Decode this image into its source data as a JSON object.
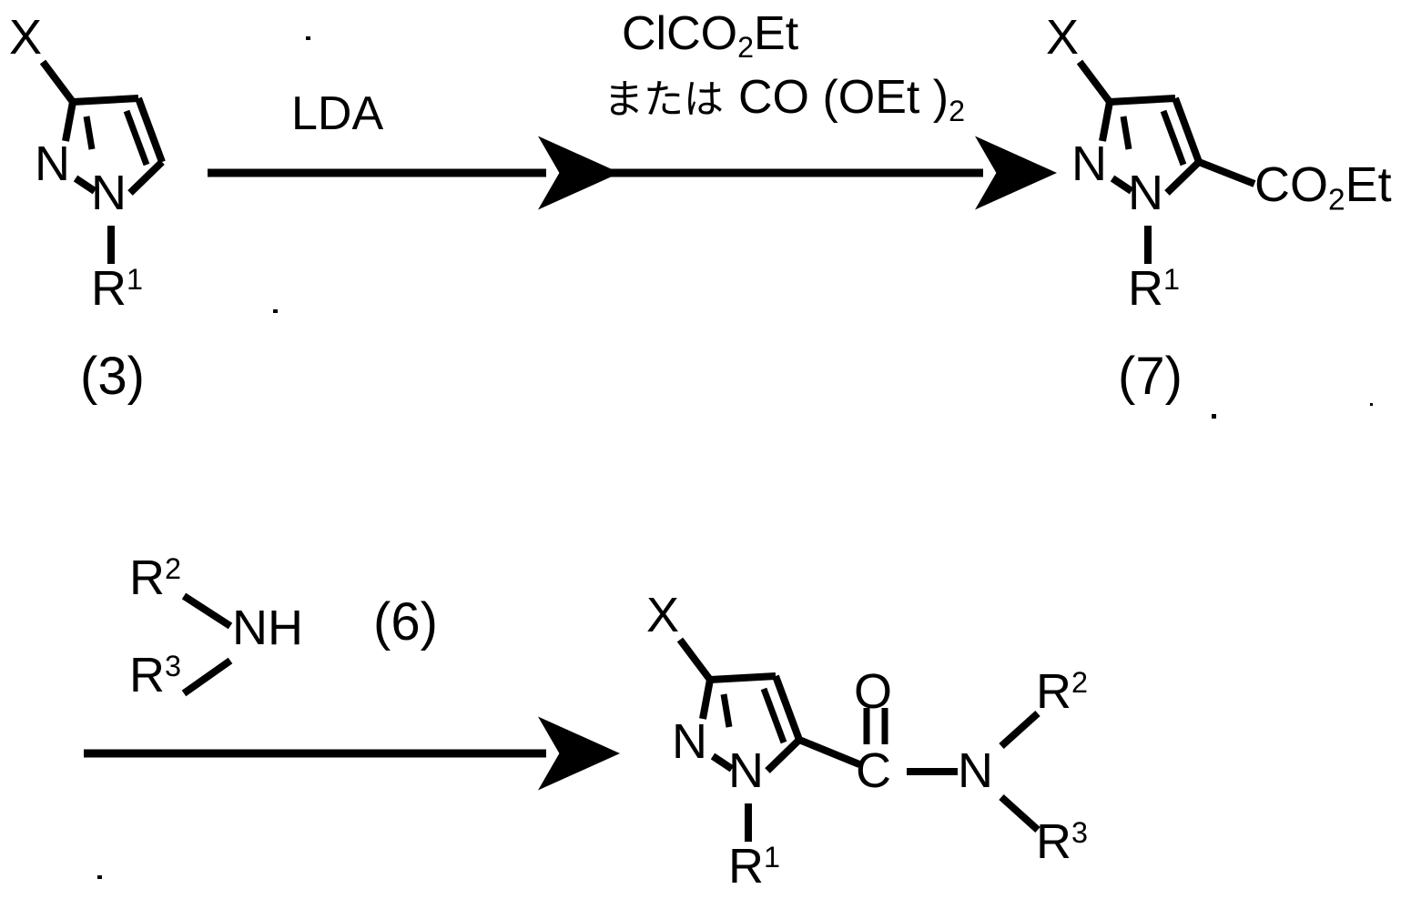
{
  "scheme": {
    "title": "Pyrazole carboxylate / carboxamide synthesis scheme",
    "background": "#ffffff",
    "ink": "#000000"
  },
  "structures": {
    "start": {
      "id": "(3)",
      "x_label": "X",
      "n2_label": "N",
      "n1_label": "N",
      "r1_label": "R",
      "r1_sup": "1"
    },
    "ester": {
      "id": "(7)",
      "x_label": "X",
      "n2_label": "N",
      "n1_label": "N",
      "r1_label": "R",
      "r1_sup": "1",
      "ester_label": "CO",
      "ester_sub": "2",
      "ester_tail": "Et"
    },
    "amine": {
      "id": "(6)",
      "r2_label": "R",
      "r2_sup": "2",
      "r3_label": "R",
      "r3_sup": "3",
      "nh_label": "NH"
    },
    "amide": {
      "x_label": "X",
      "n2_label": "N",
      "n1_label": "N",
      "r1_label": "R",
      "r1_sup": "1",
      "carbonyl_o": "O",
      "carbonyl_c": "C",
      "amide_n": "N",
      "r2_label": "R",
      "r2_sup": "2",
      "r3_label": "R",
      "r3_sup": "3"
    }
  },
  "reagents": {
    "step1": "LDA",
    "step2_line1_head": "ClCO",
    "step2_line1_sub": "2",
    "step2_line1_tail": "Et",
    "step2_line2_or": "または",
    "step2_line2_head": "CO (OEt )",
    "step2_line2_sub": "2",
    "step3_note": ""
  },
  "arrows": {
    "arrow1": "reaction-arrow-step1",
    "arrow2": "reaction-arrow-step2",
    "arrow3": "reaction-arrow-step3"
  }
}
